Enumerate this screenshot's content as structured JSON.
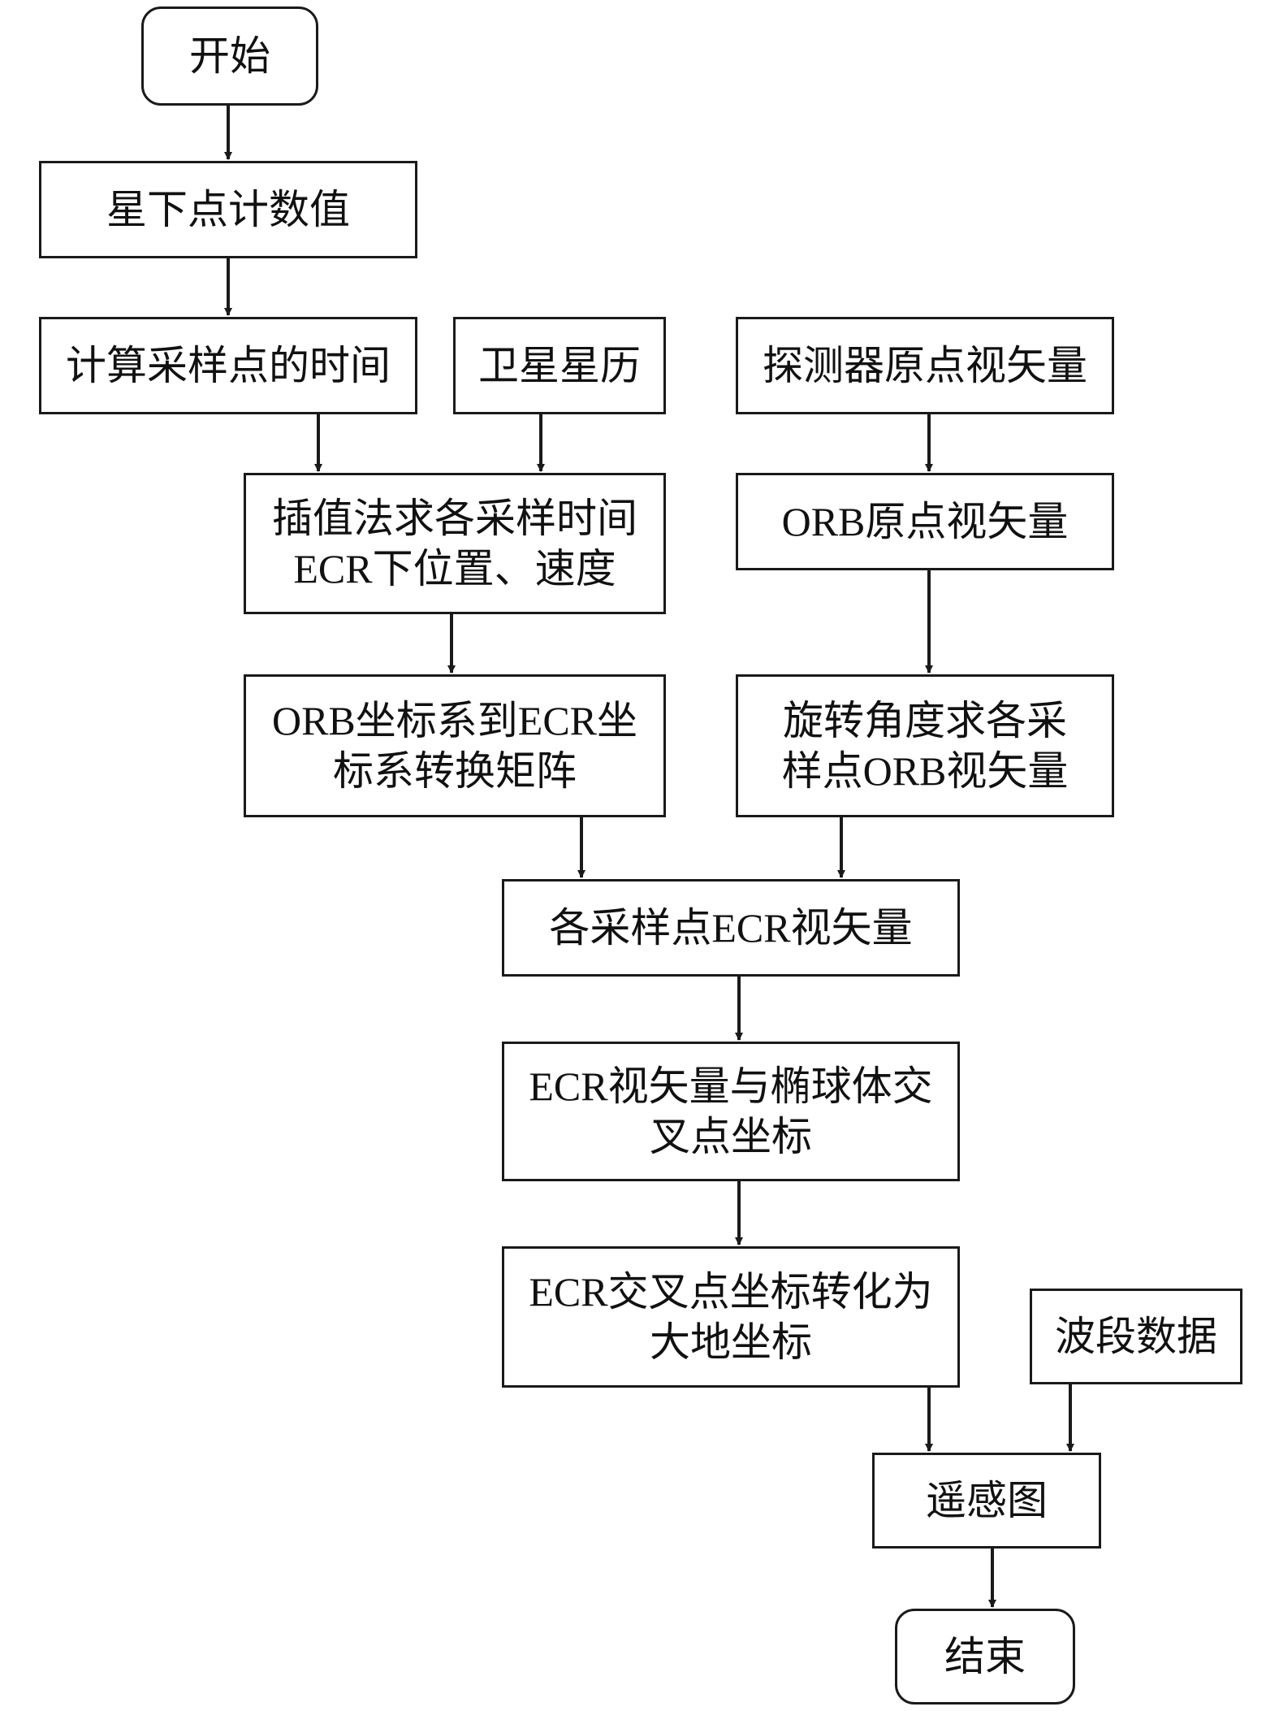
{
  "nodes": {
    "start": "开始",
    "subsatellite_count": "星下点计数值",
    "sample_time": "计算采样点的时间",
    "ephemeris": "卫星星历",
    "detector_origin": "探测器原点视矢量",
    "interp_line1": "插值法求各采样时间",
    "interp_line2": "ECR下位置、速度",
    "orb_origin": "ORB原点视矢量",
    "orb_to_ecr_line1": "ORB坐标系到ECR坐",
    "orb_to_ecr_line2": "标系转换矩阵",
    "rotate_line1": "旋转角度求各采",
    "rotate_line2": "样点ORB视矢量",
    "ecr_vector": "各采样点ECR视矢量",
    "intersect_line1": "ECR视矢量与椭球体交",
    "intersect_line2": "叉点坐标",
    "geodetic_line1": "ECR交叉点坐标转化为",
    "geodetic_line2": "大地坐标",
    "band_data": "波段数据",
    "rs_image": "遥感图",
    "end": "结束"
  },
  "colors": {
    "stroke": "#1a1a1a",
    "text": "#111111",
    "background": "#ffffff"
  }
}
